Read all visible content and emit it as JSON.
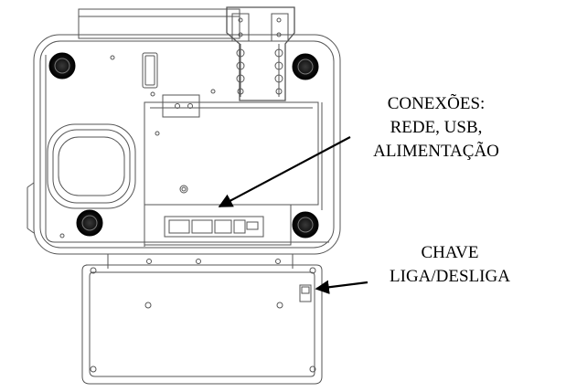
{
  "diagram": {
    "connections_label": {
      "lines": [
        "CONEXÕES:",
        "REDE, USB,",
        "ALIMENTAÇÃO"
      ]
    },
    "power_switch_label": {
      "lines": [
        "CHAVE",
        "LIGA/DESLIGA"
      ]
    },
    "colors": {
      "outline": "#555555",
      "arrow": "#000000",
      "foot": "#1a1a1a",
      "background": "#ffffff"
    }
  }
}
